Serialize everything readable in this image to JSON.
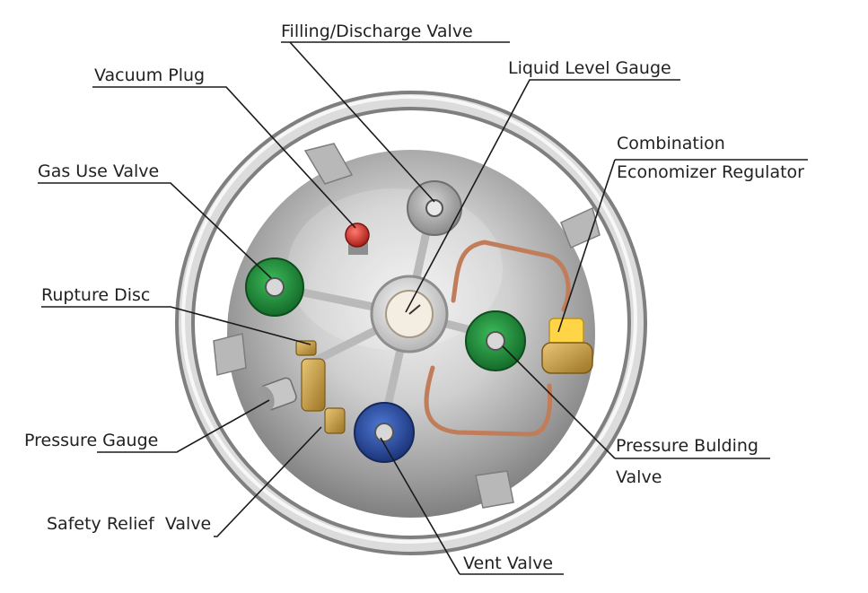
{
  "labels": {
    "filling_discharge_valve": "Filling/Discharge Valve",
    "vacuum_plug": "Vacuum Plug",
    "liquid_level_gauge": "Liquid Level Gauge",
    "combination_line1": "Combination",
    "combination_line2": "Economizer Regulator",
    "gas_use_valve": "Gas Use Valve",
    "rupture_disc": "Rupture Disc",
    "pressure_gauge": "Pressure Gauge",
    "pressure_building_line1": "Pressure Bulding",
    "pressure_building_line2": "Valve",
    "safety_relief_valve": "Safety Relief  Valve",
    "vent_valve": "Vent Valve"
  },
  "colors": {
    "steel_light": "#e4e4e4",
    "steel_dark": "#8a8a8a",
    "knob_green": "#1f8a3a",
    "knob_blue": "#2a4fa8",
    "knob_grey": "#a9a9a9",
    "plug_red": "#d6312b",
    "brass": "#c9a24a",
    "copper": "#c17d5a",
    "leader_line": "#1a1a1a"
  }
}
